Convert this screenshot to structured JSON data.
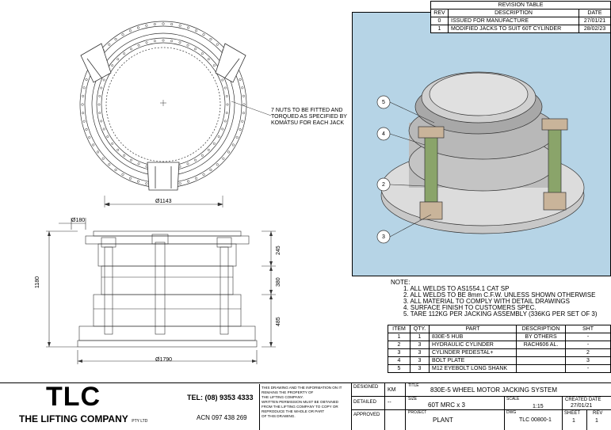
{
  "revision_table": {
    "title": "REVISION TABLE",
    "headers": [
      "REV",
      "DESCRIPTION",
      "DATE"
    ],
    "rows": [
      [
        "0",
        "ISSUED FOR MANUFACTURE",
        "27/01/21"
      ],
      [
        "1",
        "MODIFIED JACKS TO SUIT 60T CYLINDER",
        "28/02/23"
      ]
    ]
  },
  "plan_view": {
    "diameter_label": "Ø1143",
    "note": [
      "7 NUTS TO BE FITTED AND",
      "TORQUED AS SPECIFIED BY",
      "KOMATSU FOR EACH JACK"
    ]
  },
  "elevation_view": {
    "dim_top": "Ø180",
    "dim_bottom": "Ø1790",
    "dim_overall": "1180",
    "dim_segments": [
      "245",
      "380",
      "485"
    ]
  },
  "iso_view": {
    "balloons": [
      "5",
      "4",
      "2",
      "3"
    ],
    "bg_color": "#b6d4e6"
  },
  "notes": {
    "heading": "NOTE:",
    "items": [
      "1. ALL WELDS TO AS1554.1 CAT SP",
      "2. ALL WELDS TO BE 8mm C.F.W. UNLESS SHOWN OTHERWISE",
      "3. ALL MATERIAL TO COMPLY WITH DETAIL DRAWINGS",
      "4. SURFACE FINISH TO CUSTOMERS SPEC.",
      "5. TARE 112KG PER JACKING ASSEMBLY (336KG PER SET OF 3)"
    ]
  },
  "bom": {
    "headers": [
      "ITEM",
      "QTY.",
      "PART",
      "DESCRIPTION",
      "SHT"
    ],
    "rows": [
      [
        "1",
        "1",
        "830E-5 HUB",
        "BY OTHERS",
        "-"
      ],
      [
        "2",
        "3",
        "HYDRAULIC CYLINDER",
        "RACH606 AL.",
        "-"
      ],
      [
        "3",
        "3",
        "CYLINDER PEDESTAL+",
        "",
        "2"
      ],
      [
        "4",
        "3",
        "BOLT PLATE",
        "",
        "3"
      ],
      [
        "5",
        "3",
        "M12 EYEBOLT LONG SHANK",
        "",
        "-"
      ]
    ]
  },
  "title_block": {
    "logo": "TLC",
    "company": "THE LIFTING COMPANY",
    "company_suffix": "PTY LTD",
    "tel": "TEL: (08) 9353 4333",
    "acn": "ACN 097 438 269",
    "disclaimer": [
      "THIS DRAWING AND THE INFORMATION ON IT",
      "REMAINS THE PROPERTY OF",
      "THE LIFTING COMPANY.",
      "WRITTEN PERMISSION MUST BE OBTAINED",
      "FROM THE LIFTING COMPANY TO COPY OR",
      "REPRODUCE THE WHOLE OR PART",
      "OF THIS DRAWING."
    ],
    "designed_label": "DESIGNED",
    "designed_value": "KM",
    "detailed_label": "DETAILED",
    "detailed_value": "--",
    "approved_label": "APPROVED",
    "title_label": "TITLE",
    "title_value": "830E-5 WHEEL MOTOR JACKING SYSTEM",
    "size_label": "SIZE",
    "size_value": "60T MRC x 3",
    "scale_label": "SCALE",
    "scale_value": "1:15",
    "created_label": "CREATED DATE",
    "created_value": "27/01/21",
    "project_label": "PROJECT",
    "project_value": "PLANT",
    "dwg_label": "DWG",
    "dwg_value": "TLC 00800-1",
    "sheet_label": "SHEET",
    "sheet_value": "1",
    "rev_label": "REV",
    "rev_value": "1"
  }
}
